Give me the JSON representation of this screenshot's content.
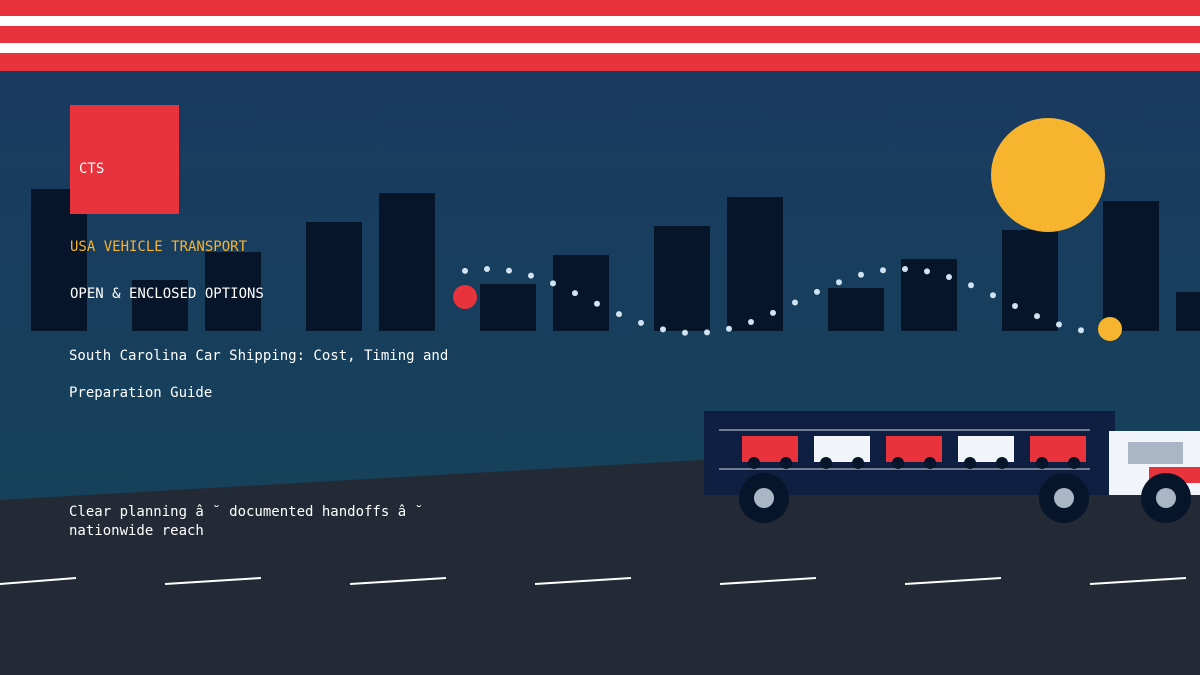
{
  "brand": {
    "logo_text": "CTS",
    "red": "#e8333c",
    "yellow": "#f7b42f",
    "navy": "#0f1f42"
  },
  "hero": {
    "eyebrow": "USA VEHICLE TRANSPORT",
    "sub_eyebrow": "OPEN & ENCLOSED OPTIONS",
    "title": "South Carolina Car Shipping: Cost, Timing and Preparation Guide",
    "tagline": "Clear planning â ˘ documented handoffs â ˘ nationwide reach"
  },
  "scene": {
    "sky_top": "#1a3a60",
    "sky_bottom": "#15425a",
    "building_color": "#06152a",
    "road_color": "#232a35",
    "sun_color": "#f7b42f",
    "dot_color": "#cfe3f3",
    "truck_body": "#0f1f42",
    "cab_color": "#f1f4f8"
  }
}
